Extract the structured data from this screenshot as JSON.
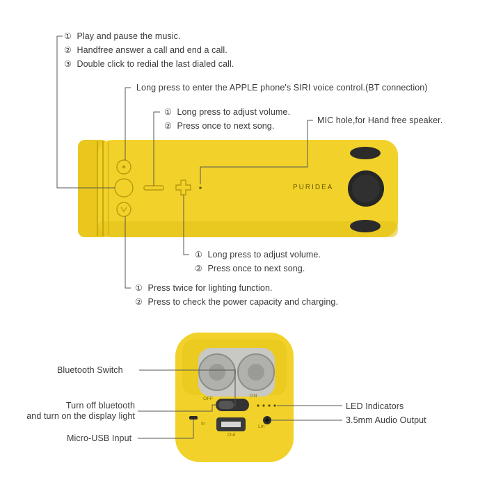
{
  "colors": {
    "body": "#f2d22a",
    "body_shadow": "#d9b713",
    "grille": "#2b2b2b",
    "line": "#444444"
  },
  "brand": "PURIDEA",
  "top_labels": {
    "play_pause": {
      "items": [
        {
          "marker": "①",
          "text": "Play and pause the music."
        },
        {
          "marker": "②",
          "text": "Handfree answer a call and end a call."
        },
        {
          "marker": "③",
          "text": "Double click to redial the last dialed call."
        }
      ]
    },
    "siri": {
      "text": "Long press to enter the APPLE phone's SIRI voice control.(BT connection)"
    },
    "minus": {
      "items": [
        {
          "marker": "①",
          "text": "Long press to adjust volume."
        },
        {
          "marker": "②",
          "text": "Press once to next song."
        }
      ]
    },
    "mic": {
      "text": "MIC hole,for Hand free speaker."
    },
    "plus": {
      "items": [
        {
          "marker": "①",
          "text": "Long press to adjust volume."
        },
        {
          "marker": "②",
          "text": "Press once to next song."
        }
      ]
    },
    "light": {
      "items": [
        {
          "marker": "①",
          "text": "Press twice for lighting function."
        },
        {
          "marker": "②",
          "text": "Press to check the power capacity and charging."
        }
      ]
    }
  },
  "bottom_labels": {
    "bluetooth_switch": "Bluetooth Switch",
    "turn_off_line1": "Turn off bluetooth",
    "turn_off_line2": "and turn on the display light",
    "micro_usb": "Micro-USB Input",
    "led": "LED Indicators",
    "audio_out": "3.5mm Audio Output"
  },
  "port_labels": {
    "off": "OFF",
    "on": "ON",
    "in": "In",
    "out": "Out",
    "lin": "Lin"
  }
}
